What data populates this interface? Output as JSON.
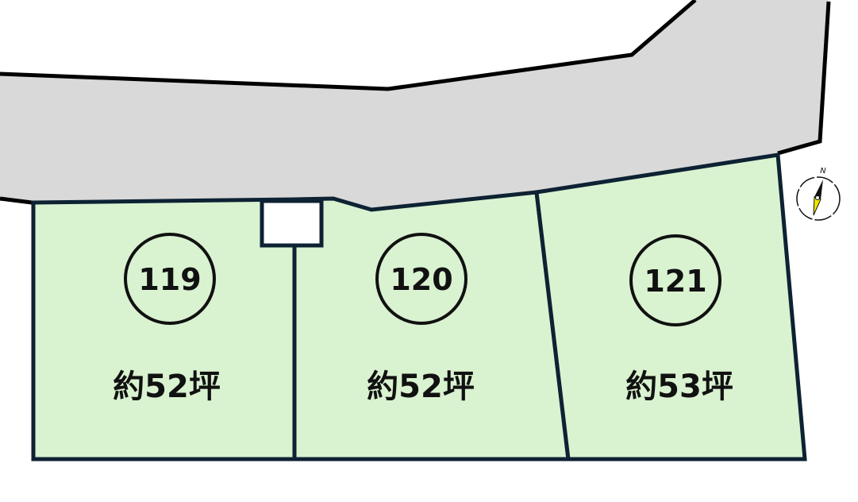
{
  "colors": {
    "road_fill": "#d9d9d9",
    "road_stroke": "#000000",
    "lot_fill": "#d9f2d0",
    "lot_stroke": "#0d2233",
    "compass_needle_north": "#111111",
    "compass_needle_south": "#f2e600"
  },
  "road": {
    "label": ""
  },
  "lots": [
    {
      "number": "119",
      "area": "約52坪"
    },
    {
      "number": "120",
      "area": "約52坪"
    },
    {
      "number": "121",
      "area": "約53坪"
    }
  ],
  "compass": {
    "north_label": "N"
  }
}
